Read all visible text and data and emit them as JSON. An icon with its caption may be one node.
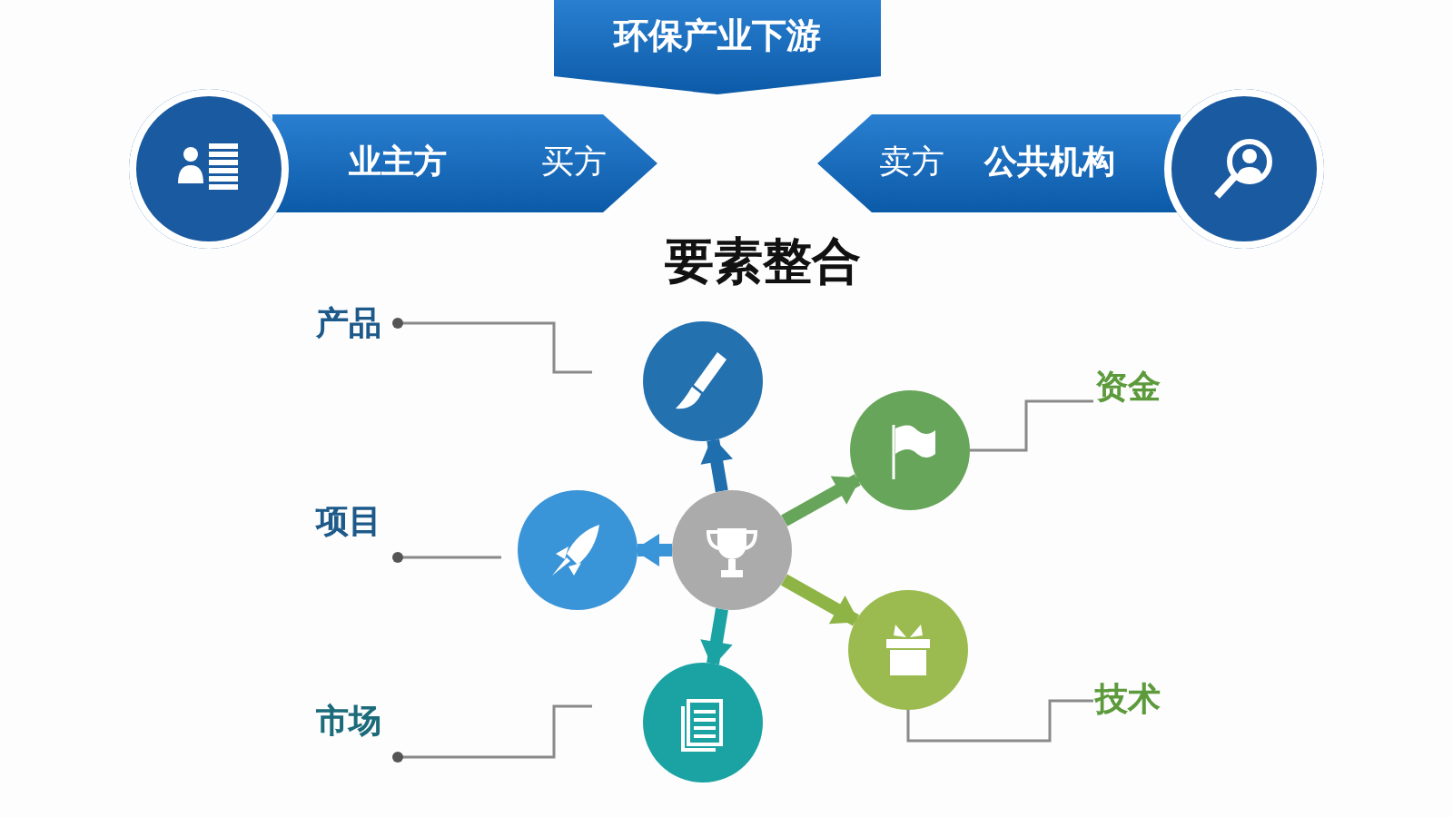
{
  "diagram": {
    "nodes": [
      {
        "text": [
          "环保产业下游"
        ]
      },
      {
        "text": [],
        "shape": "circle"
      },
      {
        "text": [
          "业主方",
          "买方"
        ]
      },
      {
        "text": [
          "卖方",
          "公共机构"
        ]
      },
      {
        "text": [],
        "shape": "circle"
      },
      {
        "text": [],
        "shape": "circle"
      },
      {
        "text": [],
        "shape": "circle"
      },
      {
        "text": [],
        "shape": "circle"
      },
      {
        "text": [],
        "shape": "circle"
      },
      {
        "text": [],
        "shape": "circle"
      },
      {
        "text": [],
        "shape": "circle"
      },
      {
        "text": [
          "产品"
        ]
      },
      {
        "text": [
          "项目"
        ]
      },
      {
        "text": [
          "市场"
        ]
      },
      {
        "text": [
          "资金"
        ]
      },
      {
        "text": [
          "技术"
        ]
      }
    ],
    "edges": [
      {
        "from": 5,
        "to": 6,
        "arrow": "to",
        "style": "thick",
        "color": "#1f6fae"
      },
      {
        "from": 5,
        "to": 7,
        "arrow": "to",
        "style": "thick",
        "color": "#3a94d8"
      },
      {
        "from": 5,
        "to": 8,
        "arrow": "to",
        "style": "thick",
        "color": "#1ba3a3"
      },
      {
        "from": 5,
        "to": 9,
        "arrow": "to",
        "style": "thick",
        "color": "#67a55a"
      },
      {
        "from": 5,
        "to": 10,
        "arrow": "to",
        "style": "thick",
        "color": "#8fb446"
      },
      {
        "from": 11,
        "to": 6,
        "arrow": "other"
      },
      {
        "from": 12,
        "to": 7,
        "arrow": "other"
      },
      {
        "from": 13,
        "to": 8,
        "arrow": "other"
      },
      {
        "from": 14,
        "to": 9,
        "arrow": "none"
      },
      {
        "from": 15,
        "to": 10,
        "arrow": "none"
      }
    ],
    "labels": [
      "要素整合"
    ]
  }
}
